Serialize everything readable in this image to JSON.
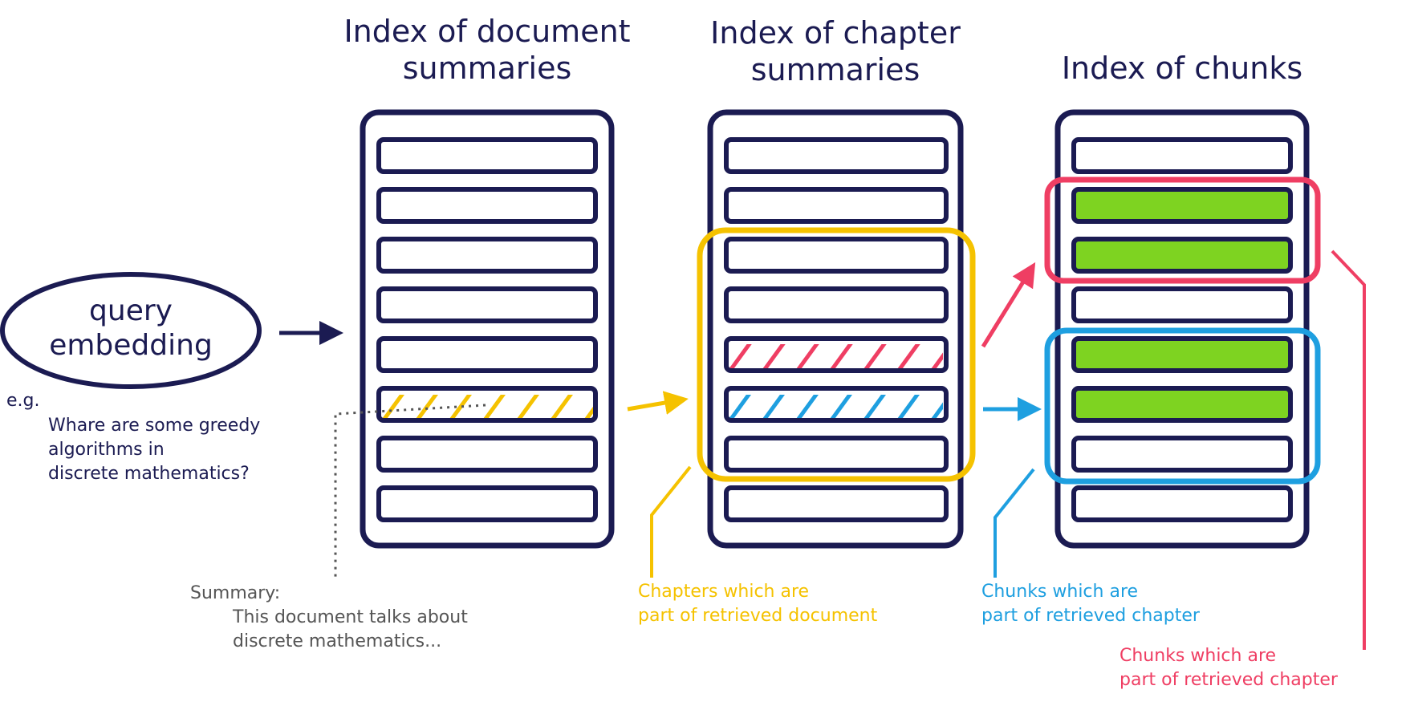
{
  "titles": {
    "documents": [
      "Index of document",
      "summaries"
    ],
    "chapters": [
      "Index of chapter",
      "summaries"
    ],
    "chunks": "Index of chunks"
  },
  "query": {
    "line1": "query",
    "line2": "embedding",
    "example_prefix": "e.g.",
    "example_lines": [
      "Whare are some greedy",
      "algorithms in",
      "discrete mathematics?"
    ]
  },
  "summary": {
    "label": "Summary:",
    "lines": [
      "This document talks about",
      "discrete mathematics..."
    ]
  },
  "annotations": {
    "chapters_of_document": [
      "Chapters which are",
      "part of retrieved document"
    ],
    "chunks_of_chapter_blue": [
      "Chunks which are",
      "part of retrieved chapter"
    ],
    "chunks_of_chapter_red": [
      "Chunks which are",
      "part of retrieved chapter"
    ]
  },
  "colors": {
    "navy": "#1b1b52",
    "yellow": "#f5c200",
    "blue": "#1e9fe0",
    "red": "#ef3e63",
    "green": "#7ed321",
    "grey": "#555555"
  },
  "indexes": {
    "documents": {
      "rows": 8,
      "hatched_row": 6,
      "hatch_color": "yellow"
    },
    "chapters": {
      "rows": 8,
      "hatched_rows": [
        5,
        6
      ],
      "hatch_colors": [
        "red",
        "blue"
      ]
    },
    "chunks": {
      "rows": 8,
      "filled_rows": [
        2,
        3,
        5,
        6
      ],
      "fill_color": "green"
    }
  }
}
